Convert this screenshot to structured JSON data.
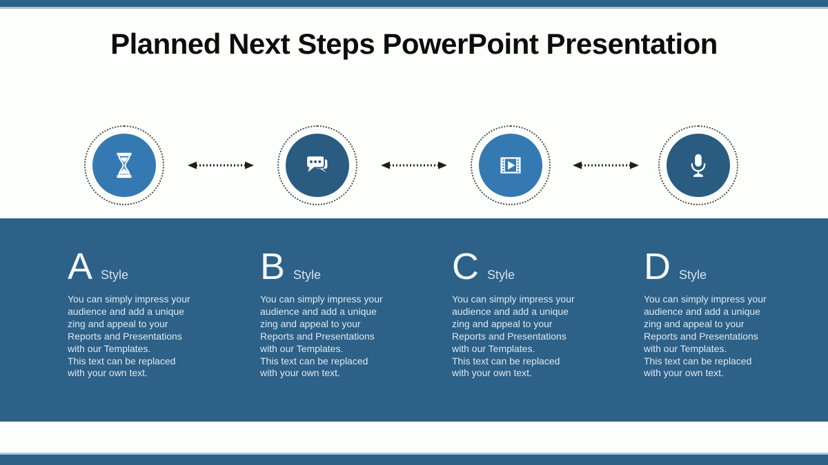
{
  "slide": {
    "title": "Planned Next Steps PowerPoint Presentation"
  },
  "steps": [
    {
      "icon": "hourglass-icon"
    },
    {
      "icon": "chat-bubbles-icon"
    },
    {
      "icon": "film-play-icon"
    },
    {
      "icon": "microphone-icon"
    }
  ],
  "columns": [
    {
      "letter": "A",
      "label": "Style",
      "paragraph1": "You can simply impress your audience and add a unique zing and appeal to your Reports and Presentations with our Templates.",
      "paragraph2": "This text can be replaced with your own text."
    },
    {
      "letter": "B",
      "label": "Style",
      "paragraph1": "You can simply impress your audience and add a unique zing and appeal to your Reports and Presentations with our Templates.",
      "paragraph2": "This text can be replaced with your own text."
    },
    {
      "letter": "C",
      "label": "Style",
      "paragraph1": "You can simply impress your audience and add a unique zing and appeal to your Reports and Presentations with our Templates.",
      "paragraph2": "This text can be replaced with your own text."
    },
    {
      "letter": "D",
      "label": "Style",
      "paragraph1": "You can simply impress your audience and add a unique zing and appeal to your Reports and Presentations with our Templates.",
      "paragraph2": "This text can be replaced with your own text."
    }
  ],
  "colors": {
    "bar_blue": "#2d6187",
    "panel_blue": "#2d6187",
    "accent_light_blue": "#aac6dc",
    "circle_light_blue": "#3579b2",
    "circle_dark_blue": "#2a5c82",
    "arrow_black": "#1f1f1f",
    "title_black": "#0d0d0d",
    "body_text": "#dce9f2"
  }
}
